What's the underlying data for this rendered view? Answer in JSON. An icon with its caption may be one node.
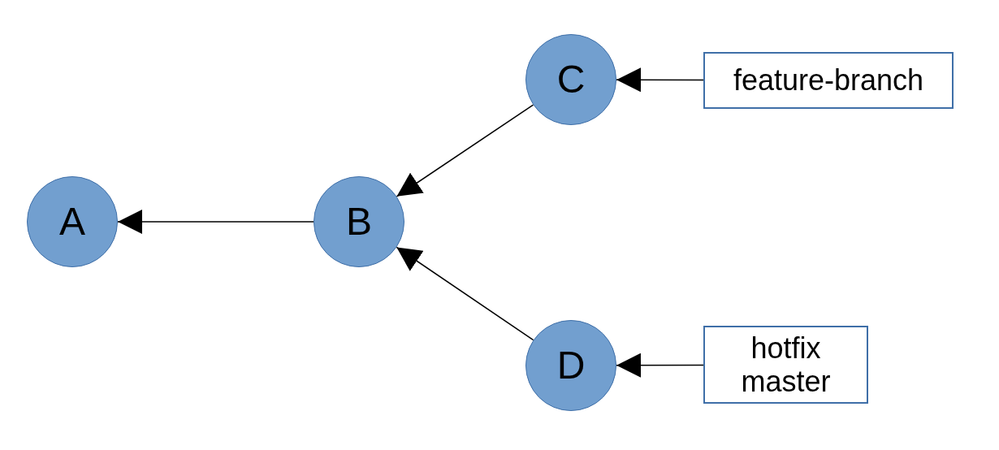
{
  "diagram": {
    "nodes": [
      {
        "text": [
          "A"
        ]
      },
      {
        "text": [
          "B"
        ]
      },
      {
        "text": [
          "C"
        ]
      },
      {
        "text": [
          "feature-branch"
        ]
      },
      {
        "text": [
          "D"
        ]
      },
      {
        "text": [
          "hotfix",
          "master"
        ]
      }
    ],
    "edges": [
      {
        "from": 1,
        "to": 0,
        "arrow": "to"
      },
      {
        "from": 2,
        "to": 1,
        "arrow": "to"
      },
      {
        "from": 3,
        "to": 2,
        "arrow": "to"
      },
      {
        "from": 4,
        "to": 1,
        "arrow": "to"
      },
      {
        "from": 5,
        "to": 4,
        "arrow": "to"
      }
    ]
  }
}
